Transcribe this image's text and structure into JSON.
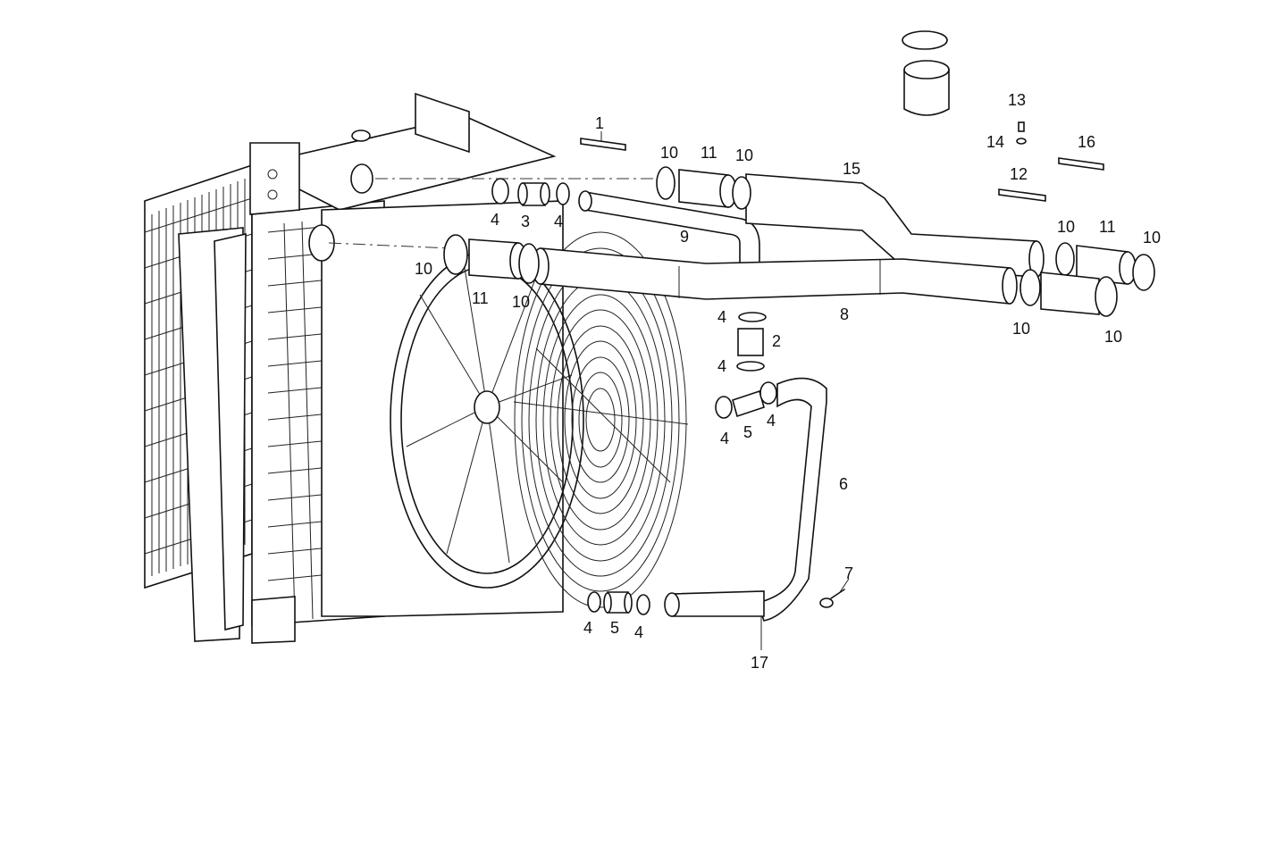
{
  "diagram": {
    "callouts": [
      {
        "id": "c1",
        "text": "1"
      },
      {
        "id": "c2",
        "text": "2"
      },
      {
        "id": "c3",
        "text": "3"
      },
      {
        "id": "c4a",
        "text": "4"
      },
      {
        "id": "c4b",
        "text": "4"
      },
      {
        "id": "c4c",
        "text": "4"
      },
      {
        "id": "c4d",
        "text": "4"
      },
      {
        "id": "c4e",
        "text": "4"
      },
      {
        "id": "c4f",
        "text": "4"
      },
      {
        "id": "c4g",
        "text": "4"
      },
      {
        "id": "c4h",
        "text": "4"
      },
      {
        "id": "c5a",
        "text": "5"
      },
      {
        "id": "c5b",
        "text": "5"
      },
      {
        "id": "c6",
        "text": "6"
      },
      {
        "id": "c7",
        "text": "7"
      },
      {
        "id": "c8",
        "text": "8"
      },
      {
        "id": "c9",
        "text": "9"
      },
      {
        "id": "c10a",
        "text": "10"
      },
      {
        "id": "c10b",
        "text": "10"
      },
      {
        "id": "c10c",
        "text": "10"
      },
      {
        "id": "c10d",
        "text": "10"
      },
      {
        "id": "c10e",
        "text": "10"
      },
      {
        "id": "c10f",
        "text": "10"
      },
      {
        "id": "c10g",
        "text": "10"
      },
      {
        "id": "c10h",
        "text": "10"
      },
      {
        "id": "c11a",
        "text": "11"
      },
      {
        "id": "c11b",
        "text": "11"
      },
      {
        "id": "c11c",
        "text": "11"
      },
      {
        "id": "c12",
        "text": "12"
      },
      {
        "id": "c13",
        "text": "13"
      },
      {
        "id": "c14",
        "text": "14"
      },
      {
        "id": "c15",
        "text": "15"
      },
      {
        "id": "c16",
        "text": "16"
      },
      {
        "id": "c17",
        "text": "17"
      }
    ]
  }
}
